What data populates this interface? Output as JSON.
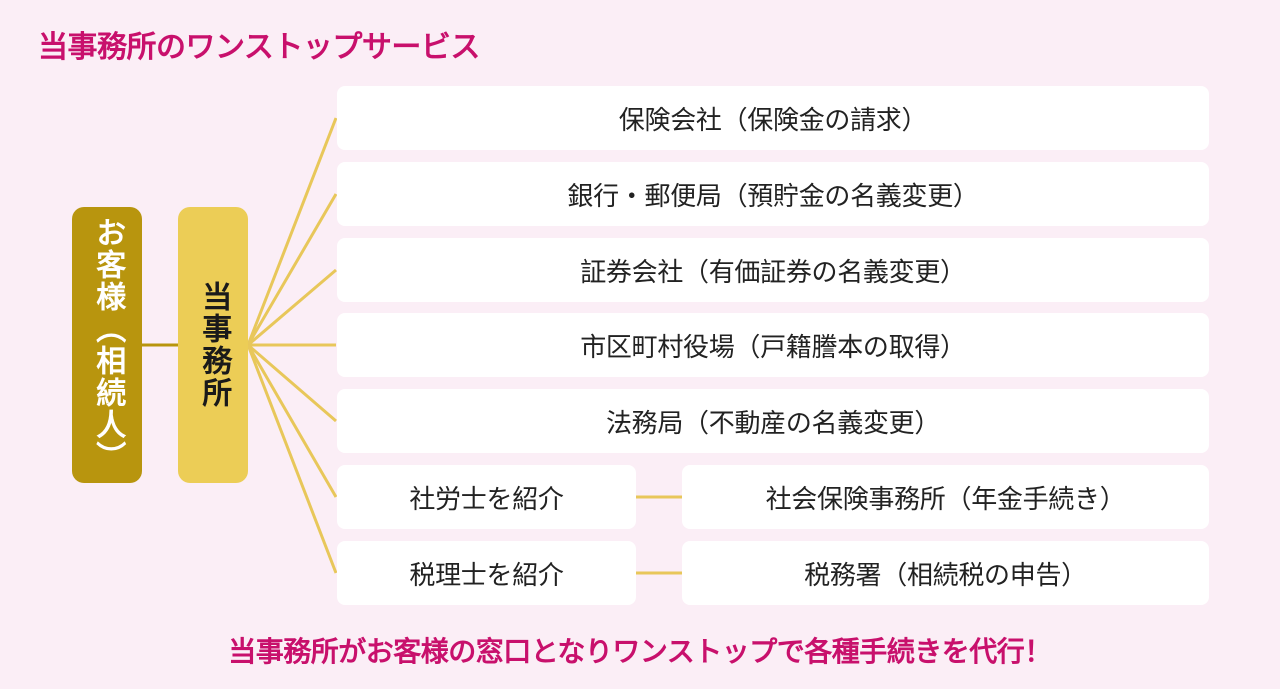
{
  "title": "当事務所のワンストップサービス",
  "customer_label": "お客様（相続人）",
  "office_label": "当事務所",
  "services": [
    "保険会社（保険金の請求）",
    "銀行・郵便局（預貯金の名義変更）",
    "証券会社（有価証券の名義変更）",
    "市区町村役場（戸籍謄本の取得）",
    "法務局（不動産の名義変更）"
  ],
  "referrals": [
    {
      "left": "社労士を紹介",
      "right": "社会保険事務所（年金手続き）"
    },
    {
      "left": "税理士を紹介",
      "right": "税務署（相続税の申告）"
    }
  ],
  "footer": "当事務所がお客様の窓口となりワンストップで各種手続きを代行！",
  "colors": {
    "accent": "#c8106c",
    "customer_box": "#b8950e",
    "office_box": "#eccd56",
    "connector": "#e8c75a",
    "background": "#fbeef6"
  }
}
